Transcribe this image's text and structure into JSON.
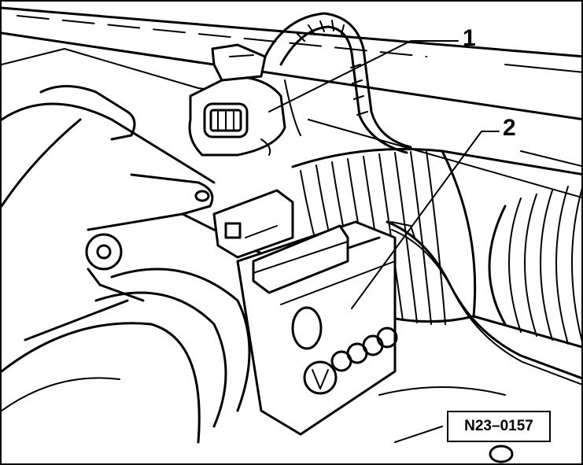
{
  "figure": {
    "callouts": [
      {
        "number": "1"
      },
      {
        "number": "2"
      }
    ],
    "reference_code": "N23–0157"
  },
  "colors": {
    "ink": "#000000",
    "paper": "#ffffff"
  }
}
